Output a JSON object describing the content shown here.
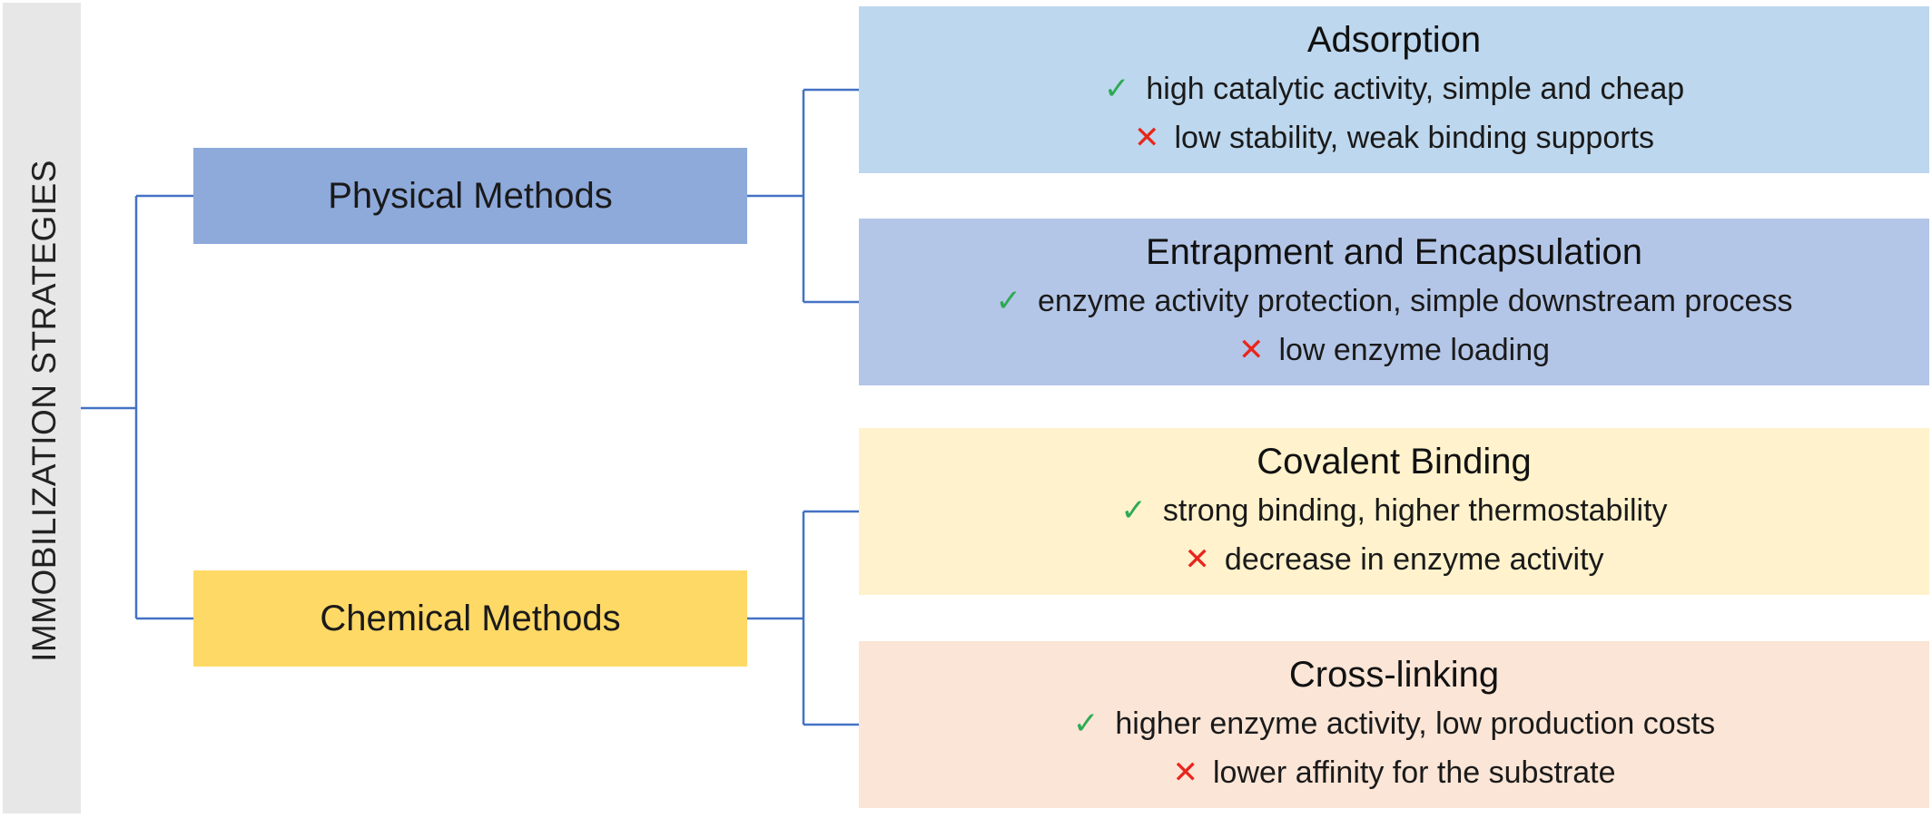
{
  "root": {
    "label": "IMMOBILIZATION STRATEGIES"
  },
  "methods": [
    {
      "id": "physical",
      "label": "Physical Methods",
      "color": "#8eaadb"
    },
    {
      "id": "chemical",
      "label": "Chemical Methods",
      "color": "#ffd966"
    }
  ],
  "strategies": [
    {
      "id": "adsorption",
      "title": "Adsorption",
      "pro": "high catalytic activity, simple and cheap",
      "con": "low stability, weak binding supports",
      "color": "#bdd7ee"
    },
    {
      "id": "entrapment",
      "title": "Entrapment and Encapsulation",
      "pro": "enzyme activity protection, simple downstream process",
      "con": "low enzyme loading",
      "color": "#b4c6e7"
    },
    {
      "id": "covalent",
      "title": "Covalent Binding",
      "pro": "strong binding, higher thermostability",
      "con": "decrease in enzyme activity",
      "color": "#fff2cc"
    },
    {
      "id": "crosslinking",
      "title": "Cross-linking",
      "pro": "higher enzyme activity, low production costs",
      "con": "lower affinity for the substrate",
      "color": "#fbe5d6"
    }
  ],
  "icons": {
    "pro": "check-icon",
    "con": "cross-icon"
  },
  "colors": {
    "connector": "#4472c4",
    "check": "#2eaa54",
    "cross": "#e8261c",
    "sidebar": "#e7e7e7"
  }
}
